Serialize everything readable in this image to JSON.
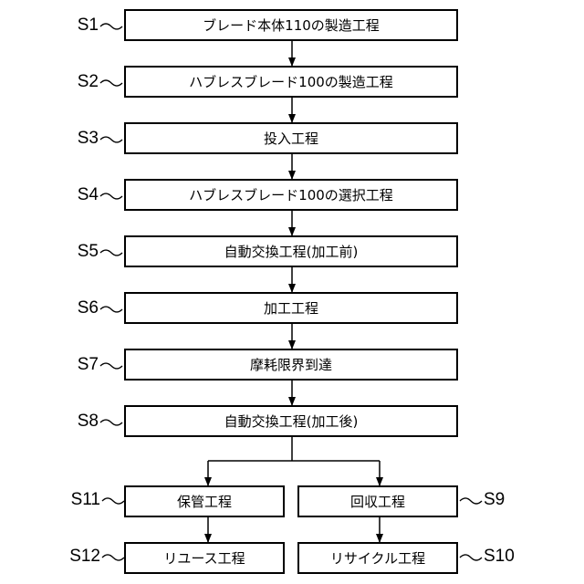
{
  "steps": {
    "s1": {
      "label": "S1",
      "text": "ブレード本体110の製造工程"
    },
    "s2": {
      "label": "S2",
      "text": "ハブレスブレード100の製造工程"
    },
    "s3": {
      "label": "S3",
      "text": "投入工程"
    },
    "s4": {
      "label": "S4",
      "text": "ハブレスブレード100の選択工程"
    },
    "s5": {
      "label": "S5",
      "text": "自動交換工程(加工前)"
    },
    "s6": {
      "label": "S6",
      "text": "加工工程"
    },
    "s7": {
      "label": "S7",
      "text": "摩耗限界到達"
    },
    "s8": {
      "label": "S8",
      "text": "自動交換工程(加工後)"
    },
    "s11": {
      "label": "S11",
      "text": "保管工程"
    },
    "s9": {
      "label": "S9",
      "text": "回収工程"
    },
    "s12": {
      "label": "S12",
      "text": "リユース工程"
    },
    "s10": {
      "label": "S10",
      "text": "リサイクル工程"
    }
  },
  "flow": [
    [
      "s1",
      "s2"
    ],
    [
      "s2",
      "s3"
    ],
    [
      "s3",
      "s4"
    ],
    [
      "s4",
      "s5"
    ],
    [
      "s5",
      "s6"
    ],
    [
      "s6",
      "s7"
    ],
    [
      "s7",
      "s8"
    ],
    [
      "s8",
      "s11"
    ],
    [
      "s8",
      "s9"
    ],
    [
      "s11",
      "s12"
    ],
    [
      "s9",
      "s10"
    ]
  ]
}
